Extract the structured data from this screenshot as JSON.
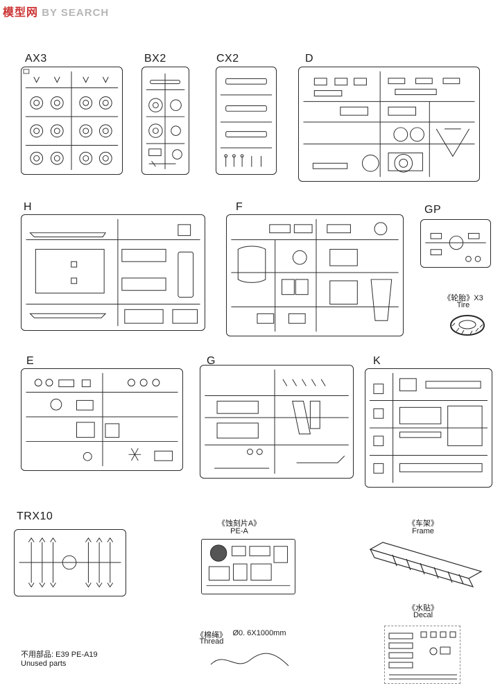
{
  "watermark": {
    "logo_text": "模型网",
    "site_text": "BY SEARCH"
  },
  "sprues": [
    {
      "id": "ax3",
      "label": "AX3"
    },
    {
      "id": "bx2",
      "label": "BX2"
    },
    {
      "id": "cx2",
      "label": "CX2"
    },
    {
      "id": "d",
      "label": "D"
    },
    {
      "id": "h",
      "label": "H"
    },
    {
      "id": "f",
      "label": "F"
    },
    {
      "id": "gp",
      "label": "GP"
    },
    {
      "id": "e",
      "label": "E"
    },
    {
      "id": "g",
      "label": "G"
    },
    {
      "id": "k",
      "label": "K"
    },
    {
      "id": "trx10",
      "label": "TRX10"
    }
  ],
  "tire": {
    "label_cn": "《轮胎》X3",
    "label_en": "Tire"
  },
  "pe": {
    "label_cn": "《蚀刻片A》",
    "label_en": "PE-A"
  },
  "frame": {
    "label_cn": "《车架》",
    "label_en": "Frame"
  },
  "decal": {
    "label_cn": "《水贴》",
    "label_en": "Decal"
  },
  "thread": {
    "label_cn": "《棉绳》",
    "spec": "Ø0. 6X1000mm",
    "label_en": "Thread"
  },
  "unused": {
    "line1": "不用部品: E39  PE-A19",
    "line2": "Unused parts"
  },
  "colors": {
    "line": "#2a2a2a",
    "watermark_grey": "#b7b7b7",
    "watermark_red": "#cc3333"
  }
}
